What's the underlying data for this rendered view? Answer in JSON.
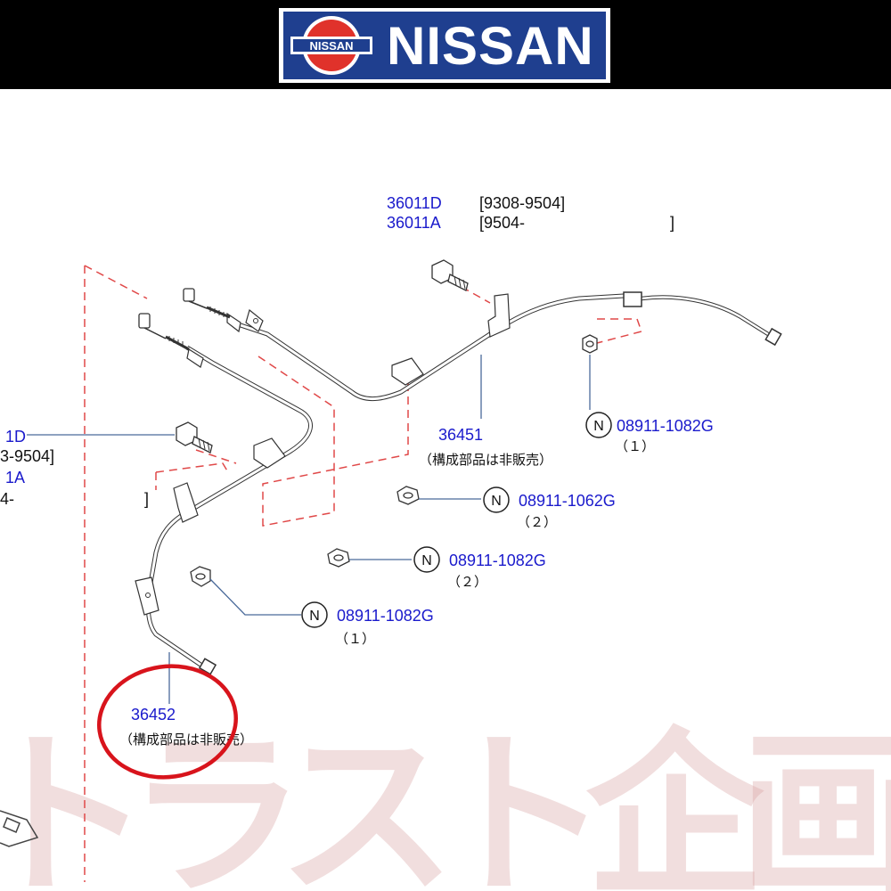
{
  "brand": {
    "logo_text": "NISSAN",
    "emblem_text": "NISSAN",
    "color_navy": "#1f3f8f",
    "color_red": "#e0322b"
  },
  "colors": {
    "part_number": "#1a1acc",
    "text": "#111111",
    "dashed_line": "#e04848",
    "highlight_circle": "#d8141c",
    "line_art": "#333333"
  },
  "parts": {
    "bolt_top": {
      "code1": "36011D",
      "range1": "[9308-9504]",
      "code2": "36011A",
      "range2": "[9504-",
      "range2_close": "]"
    },
    "bolt_left": {
      "code1": "1D",
      "range1": "3-9504]",
      "code2": "1A",
      "range2": "4-",
      "range2_close": "]"
    },
    "cable_rear_right": {
      "code": "36451",
      "note": "（構成部品は非販売）"
    },
    "cable_rear_left": {
      "code": "36452",
      "note": "（構成部品は非販売）",
      "highlighted": true
    },
    "nut_1": {
      "symbol": "N",
      "code": "08911-1082G",
      "qty": "（１）"
    },
    "nut_2": {
      "symbol": "N",
      "code": "08911-1062G",
      "qty": "（２）"
    },
    "nut_3": {
      "symbol": "N",
      "code": "08911-1082G",
      "qty": "（２）"
    },
    "nut_4": {
      "symbol": "N",
      "code": "08911-1082G",
      "qty": "（１）"
    }
  },
  "watermark": {
    "text": "トラスト企画",
    "color": "#d8a0a0"
  }
}
